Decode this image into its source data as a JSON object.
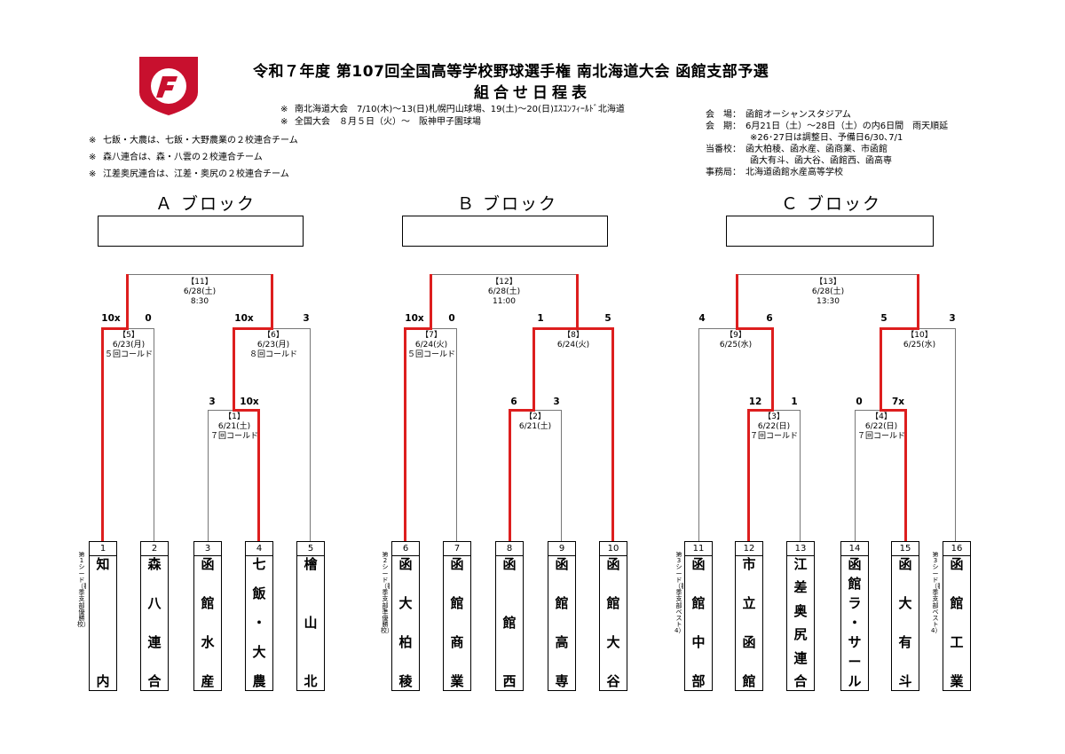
{
  "header": {
    "title_line1": "令和７年度 第107回全国高等学校野球選手権 南北海道大会 函館支部予選",
    "title_line2": "組合せ日程表",
    "note_mark": "※",
    "note1": "南北海道大会　7/10(木)～13(日)札幌円山球場、19(土)～20(日)ｴｽｺﾝﾌｨｰﾙﾄﾞ北海道",
    "note2": "全国大会　８月５日（火）～　阪神甲子園球場",
    "joint1": "七飯・大農は、七飯・大野農業の２校連合チーム",
    "joint2": "森八連合は、森・八雲の２校連合チーム",
    "joint3": "江差奥尻連合は、江差・奥尻の２校連合チーム",
    "info": [
      "会　場：　函館オーシャンスタジアム",
      "会　期：　6月21日（土）～28日（土）の内6日間　雨天順延",
      "　　　　　※26･27日は調整日、予備日6/30､7/1",
      "当番校：　函大柏稜、函水産、函商業、市函館",
      "　　　　　函大有斗、函大谷、函館西、函高専",
      "事務局：　北海道函館水産高等学校"
    ]
  },
  "blocks": [
    {
      "title": "Ａ ブロック",
      "final": {
        "label": "【11】",
        "date": "6/28(土)",
        "time": "8:30"
      }
    },
    {
      "title": "Ｂ ブロック",
      "final": {
        "label": "【12】",
        "date": "6/28(土)",
        "time": "11:00"
      }
    },
    {
      "title": "Ｃ ブロック",
      "final": {
        "label": "【13】",
        "date": "6/28(土)",
        "time": "13:30"
      }
    }
  ],
  "games": [
    {
      "num": "【1】",
      "date": "6/21(土)",
      "note": "７回コールド"
    },
    {
      "num": "【2】",
      "date": "6/21(土)",
      "note": ""
    },
    {
      "num": "【3】",
      "date": "6/22(日)",
      "note": "７回コールド"
    },
    {
      "num": "【4】",
      "date": "6/22(日)",
      "note": "７回コールド"
    },
    {
      "num": "【5】",
      "date": "6/23(月)",
      "note": "５回コールド"
    },
    {
      "num": "【6】",
      "date": "6/23(月)",
      "note": "８回コールド"
    },
    {
      "num": "【7】",
      "date": "6/24(火)",
      "note": "５回コールド"
    },
    {
      "num": "【8】",
      "date": "6/24(火)",
      "note": ""
    },
    {
      "num": "【9】",
      "date": "6/25(水)",
      "note": ""
    },
    {
      "num": "【10】",
      "date": "6/25(水)",
      "note": ""
    }
  ],
  "scores": {
    "f11_l": "10x",
    "f11_r": "0",
    "f11b_l": "10x",
    "f11b_r": "3",
    "g1_l": "3",
    "g1_r": "10x",
    "f12_l": "10x",
    "f12_r": "0",
    "f12b_l": "1",
    "f12b_r": "5",
    "g2_l": "6",
    "g2_r": "3",
    "f13_l": "4",
    "f13_r": "6",
    "f13b_l": "5",
    "f13b_r": "3",
    "g3_l": "12",
    "g3_r": "1",
    "g4_l": "0",
    "g4_r": "7x"
  },
  "teams": [
    {
      "num": "1",
      "chars": [
        "知",
        "内"
      ]
    },
    {
      "num": "2",
      "chars": [
        "森",
        "八",
        "連",
        "合"
      ]
    },
    {
      "num": "3",
      "chars": [
        "函",
        "館",
        "水",
        "産"
      ]
    },
    {
      "num": "4",
      "chars": [
        "七",
        "飯",
        "・",
        "大",
        "農"
      ]
    },
    {
      "num": "5",
      "chars": [
        "檜",
        "山",
        "北"
      ]
    },
    {
      "num": "6",
      "chars": [
        "函",
        "大",
        "柏",
        "稜"
      ]
    },
    {
      "num": "7",
      "chars": [
        "函",
        "館",
        "商",
        "業"
      ]
    },
    {
      "num": "8",
      "chars": [
        "函",
        "館",
        "西"
      ]
    },
    {
      "num": "9",
      "chars": [
        "函",
        "館",
        "高",
        "専"
      ]
    },
    {
      "num": "10",
      "chars": [
        "函",
        "館",
        "大",
        "谷"
      ]
    },
    {
      "num": "11",
      "chars": [
        "函",
        "館",
        "中",
        "部"
      ]
    },
    {
      "num": "12",
      "chars": [
        "市",
        "立",
        "函",
        "館"
      ]
    },
    {
      "num": "13",
      "chars": [
        "江",
        "差",
        "奥",
        "尻",
        "連",
        "合"
      ]
    },
    {
      "num": "14",
      "chars": [
        "函",
        "館",
        "ラ",
        "・",
        "サ",
        "ー",
        "ル"
      ]
    },
    {
      "num": "15",
      "chars": [
        "函",
        "大",
        "有",
        "斗"
      ]
    },
    {
      "num": "16",
      "chars": [
        "函",
        "館",
        "工",
        "業"
      ]
    }
  ],
  "seeds": {
    "seed1": "第1シード（春季支部優勝校）",
    "seed2": "第2シード（春季支部準優勝校）",
    "seed3a": "第3シード（春季支部ベスト4）",
    "seed3b": "第3シード（春季支部ベスト4）"
  },
  "colors": {
    "winner_line": "#dd1e1e",
    "line": "#777777",
    "logo": "#c8102e"
  }
}
